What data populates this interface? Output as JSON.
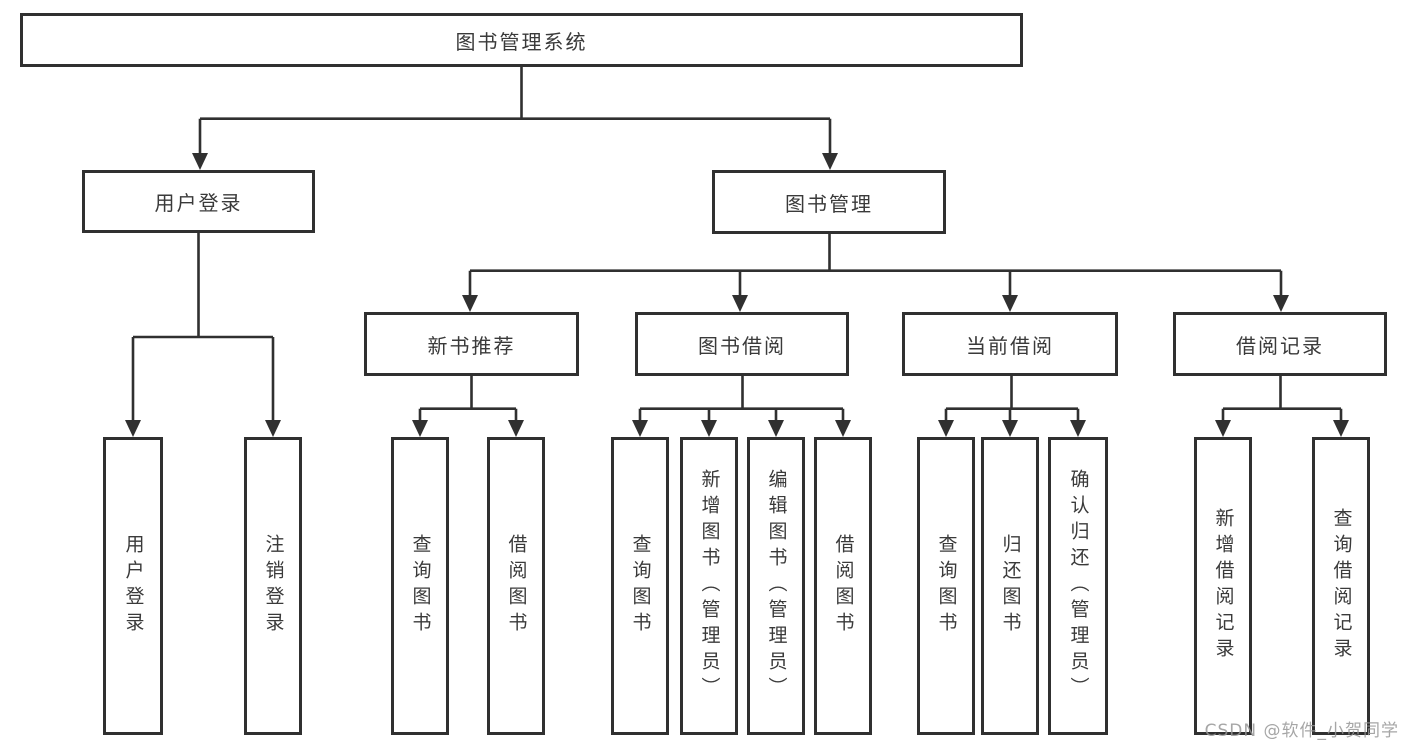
{
  "tree": {
    "label": "图书管理系统",
    "children": [
      {
        "label": "用户登录",
        "children": [
          {
            "label": "用户登录"
          },
          {
            "label": "注销登录"
          }
        ]
      },
      {
        "label": "图书管理",
        "children": [
          {
            "label": "新书推荐",
            "children": [
              {
                "label": "查询图书"
              },
              {
                "label": "借阅图书"
              }
            ]
          },
          {
            "label": "图书借阅",
            "children": [
              {
                "label": "查询图书"
              },
              {
                "label": "新增图书（管理员）"
              },
              {
                "label": "编辑图书（管理员）"
              },
              {
                "label": "借阅图书"
              }
            ]
          },
          {
            "label": "当前借阅",
            "children": [
              {
                "label": "查询图书"
              },
              {
                "label": "归还图书"
              },
              {
                "label": "确认归还（管理员）"
              }
            ]
          },
          {
            "label": "借阅记录",
            "children": [
              {
                "label": "新增借阅记录"
              },
              {
                "label": "查询借阅记录"
              }
            ]
          }
        ]
      }
    ]
  },
  "watermark": {
    "text": "CSDN @软件_小贺同学"
  },
  "colors": {
    "line": "#303030",
    "text": "#3a3a3a",
    "background": "#ffffff",
    "watermark": "#969696"
  }
}
